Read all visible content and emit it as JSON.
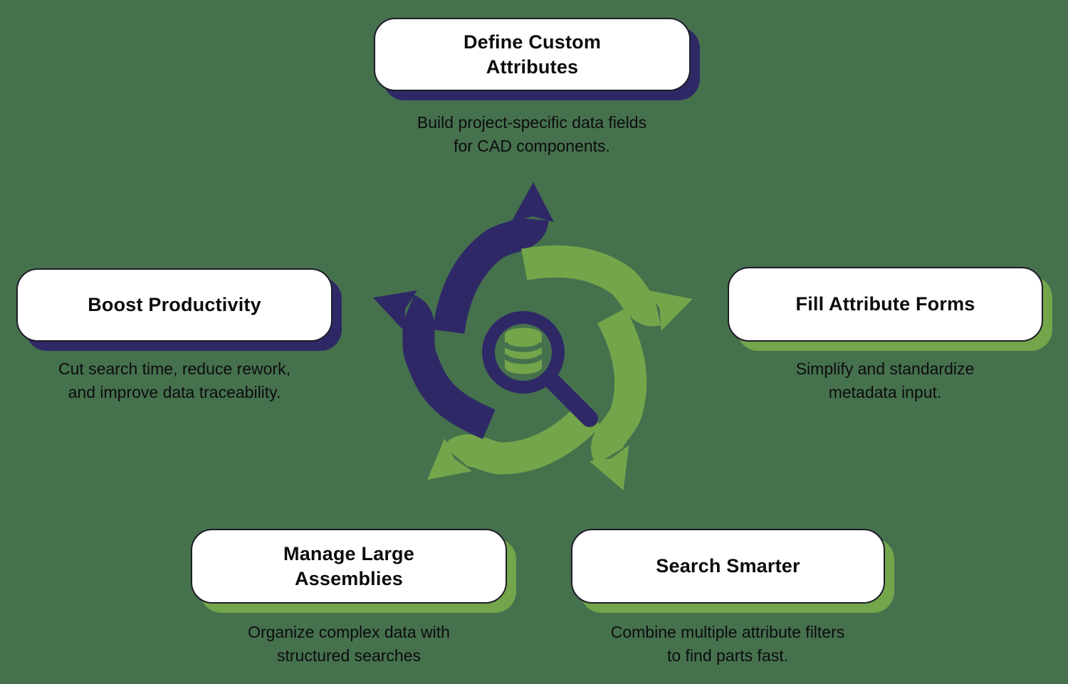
{
  "colors": {
    "bg": "#46714D",
    "navy": "#2E2966",
    "green": "#74A54B",
    "card_bg": "#FFFFFF",
    "card_border": "#1D1D28",
    "text": "#0C0C0F"
  },
  "nodes": {
    "define": {
      "title": "Define Custom\nAttributes",
      "caption": "Build project-specific data fields\nfor CAD components.",
      "accent": "#2E2966"
    },
    "boost": {
      "title": "Boost Productivity",
      "caption": "Cut search time, reduce rework,\nand improve data traceability.",
      "accent": "#2E2966"
    },
    "fill": {
      "title": "Fill Attribute Forms",
      "caption": "Simplify and standardize\nmetadata input.",
      "accent": "#74A54B"
    },
    "manage": {
      "title": "Manage Large\nAssemblies",
      "caption": "Organize complex data with\nstructured searches",
      "accent": "#74A54B"
    },
    "search": {
      "title": "Search Smarter",
      "caption": "Combine multiple attribute filters\nto find parts fast.",
      "accent": "#74A54B"
    }
  },
  "icons": {
    "center": "database-search-icon",
    "arrows": [
      "cycle-arrow-top-navy",
      "cycle-arrow-right-green",
      "cycle-arrow-bottom-right-green",
      "cycle-arrow-bottom-left-green",
      "cycle-arrow-left-navy"
    ]
  }
}
